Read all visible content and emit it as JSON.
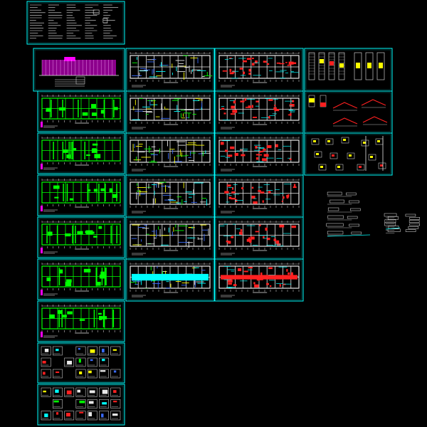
{
  "colors": {
    "background": "#000000",
    "frame": "#00ffff",
    "wall": "#00ff00",
    "accent_yellow": "#ffff00",
    "accent_red": "#ff2020",
    "accent_magenta": "#ff00ff",
    "line_white": "#e8e8e8",
    "line_blue": "#3a6cff"
  },
  "sheets": [
    {
      "id": "cover-notes",
      "kind": "notes"
    },
    {
      "id": "elevation",
      "kind": "elevation"
    },
    {
      "id": "plan-a1",
      "kind": "plan-green"
    },
    {
      "id": "plan-a2",
      "kind": "plan-green"
    },
    {
      "id": "plan-a3",
      "kind": "plan-green"
    },
    {
      "id": "plan-a4",
      "kind": "plan-green"
    },
    {
      "id": "plan-a5",
      "kind": "plan-green"
    },
    {
      "id": "plan-a6",
      "kind": "plan-green"
    },
    {
      "id": "details-1",
      "kind": "detail-grid"
    },
    {
      "id": "details-2",
      "kind": "detail-grid"
    },
    {
      "id": "plan-b1",
      "kind": "plan-rebar"
    },
    {
      "id": "plan-b2",
      "kind": "plan-rebar"
    },
    {
      "id": "plan-b3",
      "kind": "plan-rebar"
    },
    {
      "id": "plan-b4",
      "kind": "plan-rebar"
    },
    {
      "id": "plan-b5",
      "kind": "plan-rebar"
    },
    {
      "id": "plan-b6",
      "kind": "plan-foundation"
    },
    {
      "id": "plan-c1",
      "kind": "plan-red"
    },
    {
      "id": "plan-c2",
      "kind": "plan-red"
    },
    {
      "id": "plan-c3",
      "kind": "plan-red"
    },
    {
      "id": "plan-c4",
      "kind": "plan-red"
    },
    {
      "id": "plan-c5",
      "kind": "plan-red"
    },
    {
      "id": "plan-c6",
      "kind": "plan-foundation-red"
    },
    {
      "id": "stair-sections",
      "kind": "stair"
    },
    {
      "id": "stair-details",
      "kind": "stair-detail"
    },
    {
      "id": "section-details",
      "kind": "section-detail"
    }
  ],
  "loose_details": [
    {
      "id": "loose-detail-group-1"
    },
    {
      "id": "loose-detail-group-2"
    }
  ]
}
